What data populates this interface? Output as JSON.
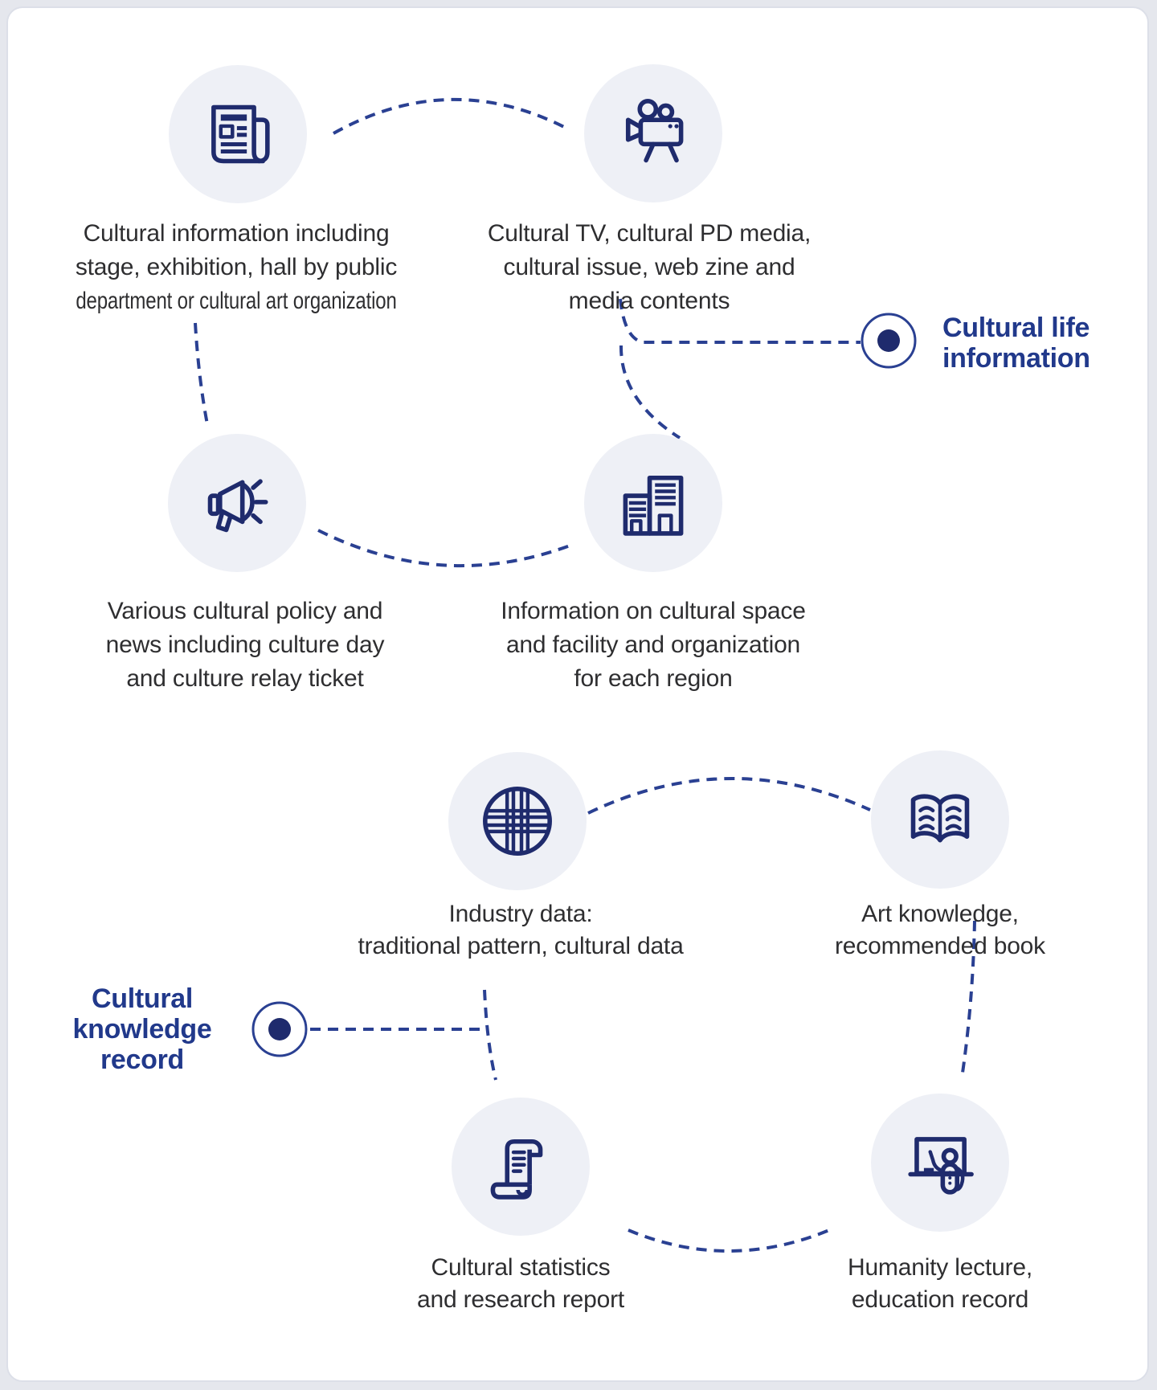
{
  "diagram_title": "Cultural service contents diagram",
  "sections": {
    "life": {
      "label": {
        "lines": [
          "Cultural life",
          "information"
        ]
      },
      "items": [
        {
          "icon": "newspaper-icon",
          "caption_lines": [
            "Cultural information including",
            "stage, exhibition, hall by public",
            "department or cultural art organization"
          ]
        },
        {
          "icon": "video-camera-icon",
          "caption_lines": [
            "Cultural TV, cultural PD media,",
            "cultural issue, web zine and",
            "media contents"
          ]
        },
        {
          "icon": "megaphone-icon",
          "caption_lines": [
            "Various cultural policy and",
            "news including culture day",
            "and culture relay ticket"
          ]
        },
        {
          "icon": "building-icon",
          "caption_lines": [
            "Information on cultural space",
            "and facility and organization",
            "for each region"
          ]
        }
      ]
    },
    "knowledge": {
      "label": {
        "lines": [
          "Cultural",
          "knowledge",
          "record"
        ]
      },
      "items": [
        {
          "icon": "traditional-pattern-icon",
          "caption_lines": [
            "Industry data:",
            "traditional pattern, cultural data"
          ]
        },
        {
          "icon": "open-book-icon",
          "caption_lines": [
            "Art knowledge,",
            "recommended book"
          ]
        },
        {
          "icon": "scroll-icon",
          "caption_lines": [
            "Cultural statistics",
            "and research report"
          ]
        },
        {
          "icon": "lecture-icon",
          "caption_lines": [
            "Humanity lecture,",
            "education record"
          ]
        }
      ]
    }
  },
  "colors": {
    "icon_navy": "#1f2b6d",
    "label_navy": "#21398b",
    "dash_navy": "#2a4092",
    "circle_bg": "#eef0f6",
    "body_text": "#2e2e30",
    "card_border": "#dcdfe8",
    "page_bg": "#e5e7ed"
  }
}
